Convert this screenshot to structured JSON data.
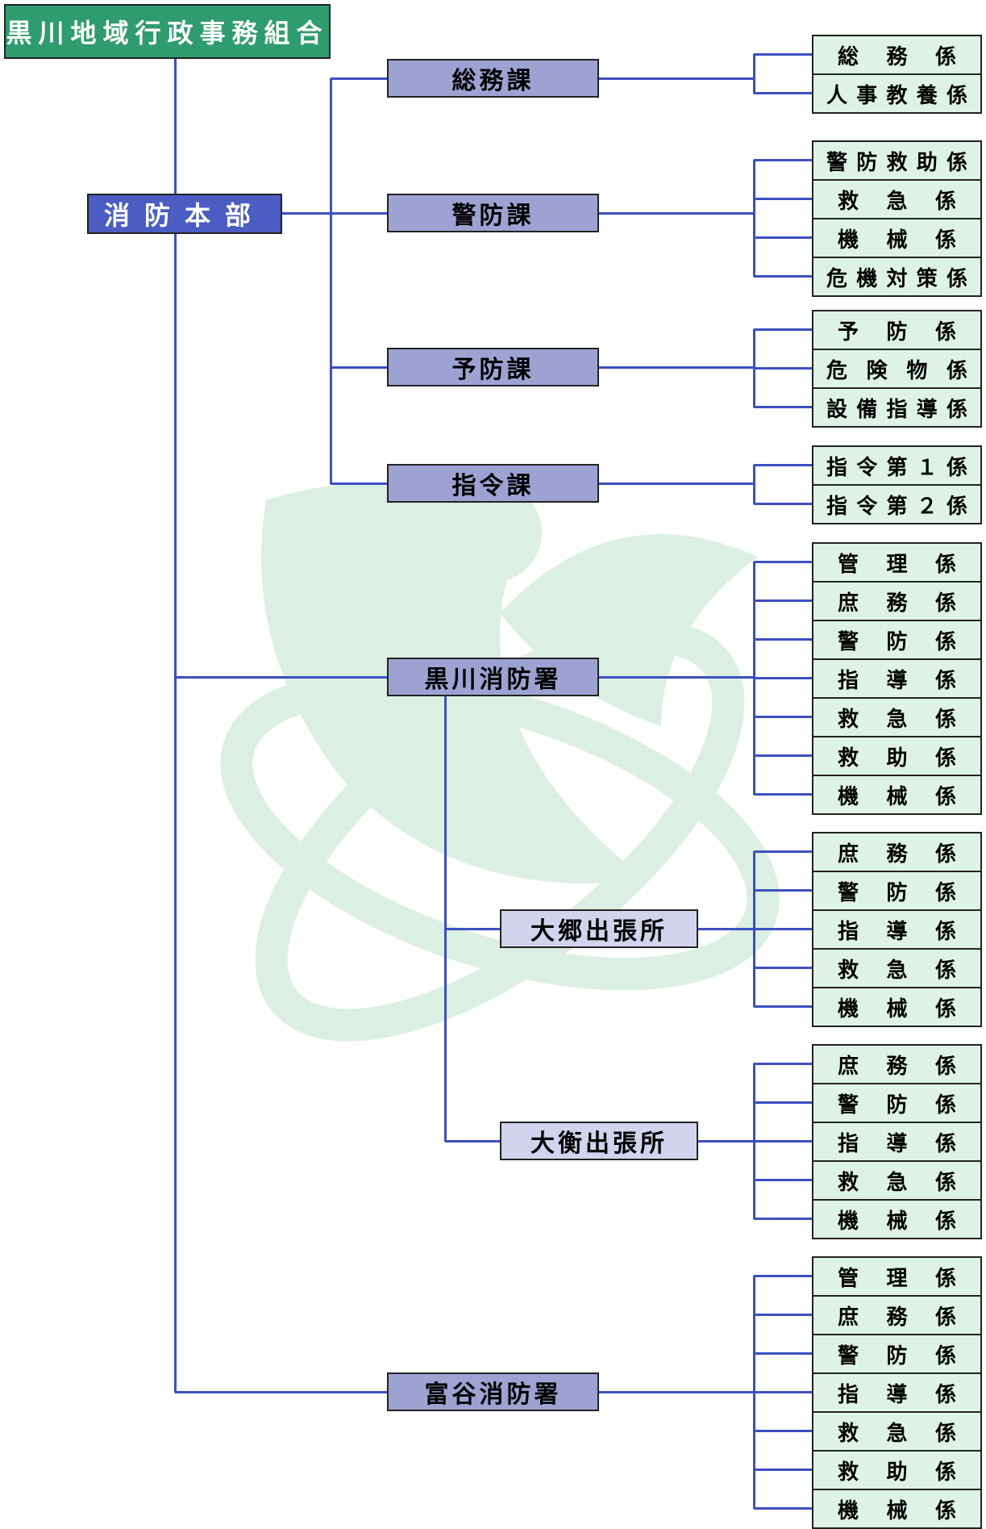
{
  "colors": {
    "connector": "#3c50c0",
    "root_fill": "#2e9c6f",
    "hq_fill": "#4b5cc2",
    "section_fill": "#9ea2d3",
    "branch_fill": "#d2d4ee",
    "unit_fill": "#def3e6",
    "watermark": "#dbefe2"
  },
  "root": {
    "label": "黒川地域行政事務組合"
  },
  "hq": {
    "label": "消防本部"
  },
  "sections": [
    {
      "label": "総務課",
      "units": [
        "総務係",
        "人事教養係"
      ]
    },
    {
      "label": "警防課",
      "units": [
        "警防救助係",
        "救急係",
        "機械係",
        "危機対策係"
      ]
    },
    {
      "label": "予防課",
      "units": [
        "予防係",
        "危険物係",
        "設備指導係"
      ]
    },
    {
      "label": "指令課",
      "units": [
        "指令第１係",
        "指令第２係"
      ]
    }
  ],
  "stations": [
    {
      "label": "黒川消防署",
      "units": [
        "管理係",
        "庶務係",
        "警防係",
        "指導係",
        "救急係",
        "救助係",
        "機械係"
      ]
    },
    {
      "label": "大郷出張所",
      "units": [
        "庶務係",
        "警防係",
        "指導係",
        "救急係",
        "機械係"
      ]
    },
    {
      "label": "大衡出張所",
      "units": [
        "庶務係",
        "警防係",
        "指導係",
        "救急係",
        "機械係"
      ]
    },
    {
      "label": "富谷消防署",
      "units": [
        "管理係",
        "庶務係",
        "警防係",
        "指導係",
        "救急係",
        "救助係",
        "機械係"
      ]
    }
  ]
}
